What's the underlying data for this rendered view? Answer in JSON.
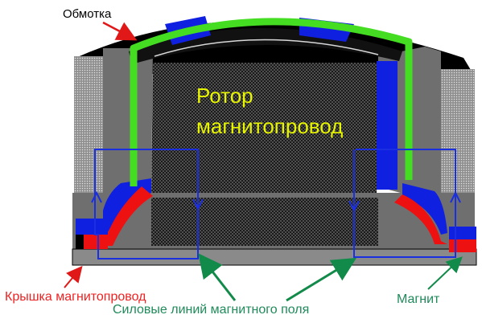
{
  "labels": {
    "winding": "Обмотка",
    "rotor_line1": "Ротор",
    "rotor_line2": "магнитопровод",
    "cover": "Крышка магнитопровод",
    "field_lines": "Силовые линий магнитного поля",
    "magnet": "Магнит"
  },
  "colors": {
    "winding": "#44dd22",
    "magnet_blue": "#1020e0",
    "magnet_red": "#ee1111",
    "field_line": "#1a2fe0",
    "pointer_red": "#e01818",
    "pointer_green": "#128a4a",
    "core_dark": "#2a2a2a",
    "core_gray": "#6f6f6f",
    "cover_gray": "#8a8a8a",
    "label_yellow": "#e8f500"
  }
}
